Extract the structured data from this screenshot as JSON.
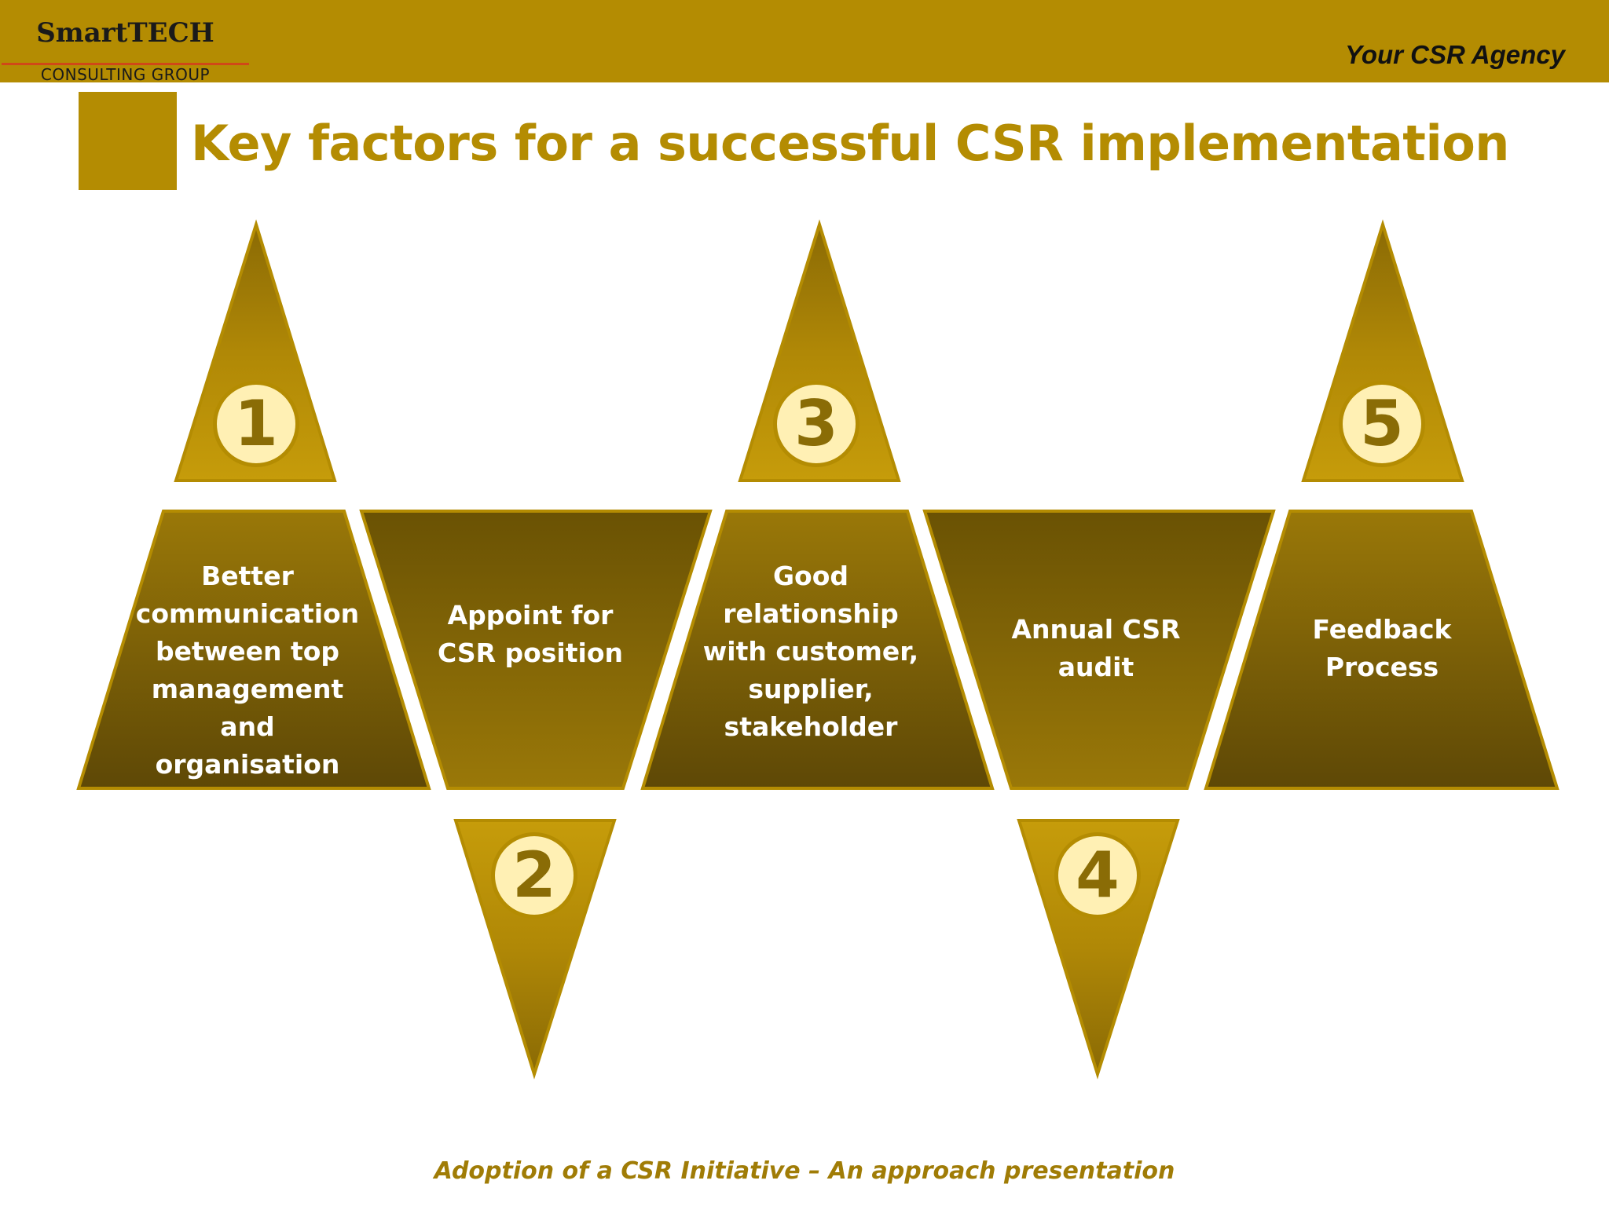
{
  "header": {
    "logo_name": "SmartTECH",
    "logo_subtitle": "CONSULTING GROUP",
    "tagline": "Your CSR Agency"
  },
  "title": "Key factors for a successful CSR implementation",
  "factors": [
    {
      "number": "1",
      "label": "Better communication between top management and organisation"
    },
    {
      "number": "2",
      "label": "Appoint for CSR position"
    },
    {
      "number": "3",
      "label": "Good relationship with customer, supplier, stakeholder"
    },
    {
      "number": "4",
      "label": "Annual CSR audit"
    },
    {
      "number": "5",
      "label": "Feedback Process"
    }
  ],
  "footer": "Adoption of a CSR Initiative – An approach presentation",
  "colors": {
    "gold": "#b48c02",
    "dark_gold": "#6a5204",
    "number_fill": "#fff0b4"
  }
}
